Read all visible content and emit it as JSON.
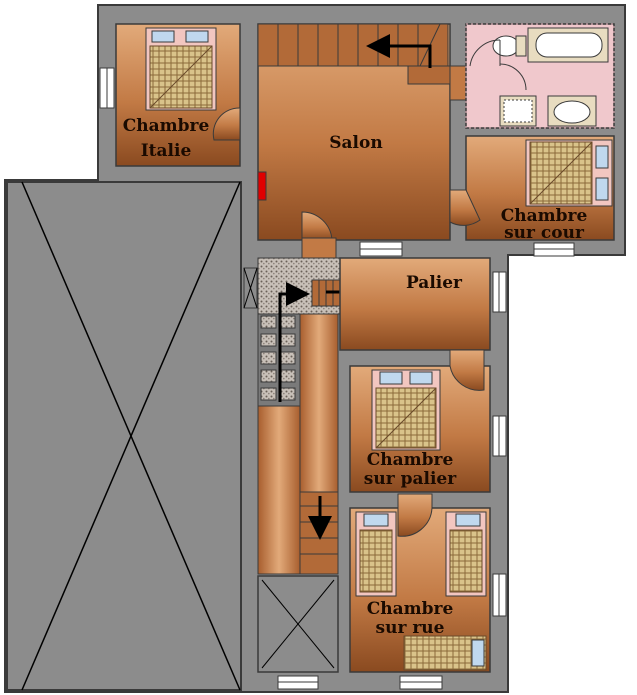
{
  "rooms": {
    "chambre_italie": {
      "line1": "Chambre",
      "line2": "Italie"
    },
    "salon": {
      "label": "Salon"
    },
    "chambre_cour": {
      "line1": "Chambre",
      "line2": "sur cour"
    },
    "palier": {
      "label": "Palier"
    },
    "chambre_palier": {
      "line1": "Chambre",
      "line2": "sur palier"
    },
    "chambre_rue": {
      "line1": "Chambre",
      "line2": "sur rue"
    }
  },
  "colors": {
    "wall": "#8c8c8c",
    "outline": "#3a3a3a",
    "room_light": "#dca070",
    "room_dark": "#8a4a20",
    "bathroom": "#f0c8cc",
    "bed": "#d9c38a",
    "window": "#ffffff",
    "red_marker": "#e00000",
    "gravel": "#b8b0a8"
  }
}
